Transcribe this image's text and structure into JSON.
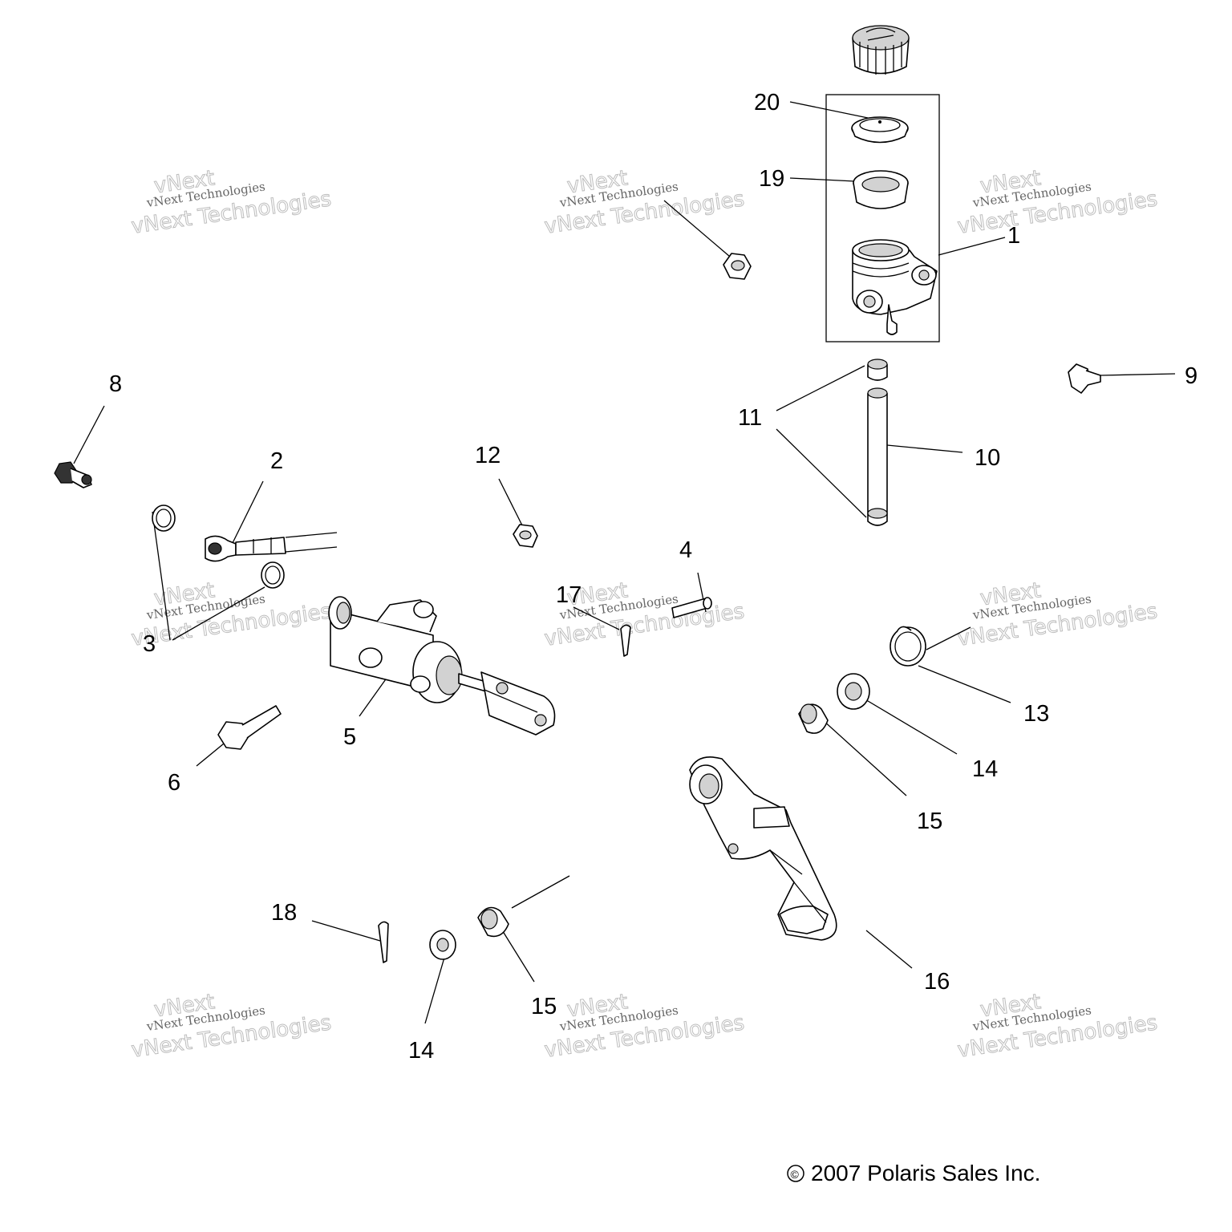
{
  "diagram": {
    "callouts": [
      "1",
      "2",
      "3",
      "4",
      "5",
      "6",
      "8",
      "9",
      "10",
      "11",
      "12",
      "13",
      "14",
      "15",
      "16",
      "17",
      "18",
      "19",
      "20"
    ],
    "watermark": {
      "line1": "vNext Technologies",
      "line2": "vNext Technologies"
    },
    "copyright": {
      "symbol": "©",
      "text": "2007 Polaris Sales Inc."
    }
  }
}
